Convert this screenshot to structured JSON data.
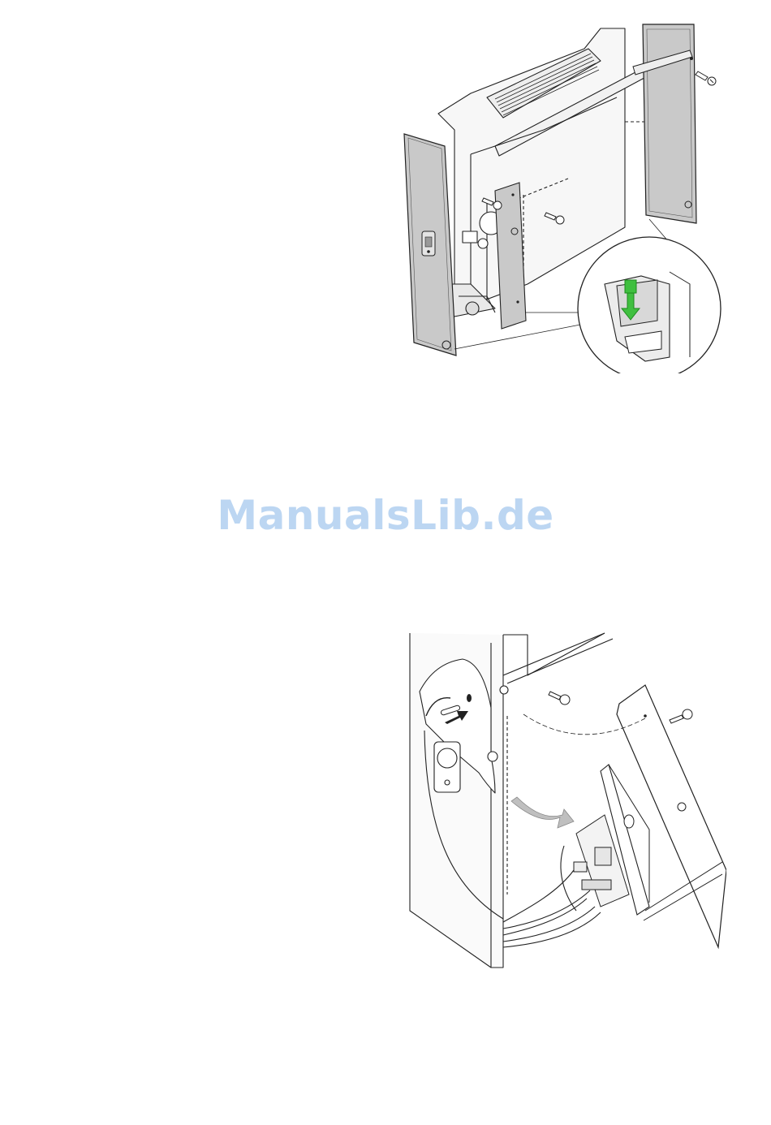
{
  "watermark": {
    "text": "ManualsLib.de"
  },
  "colors": {
    "line": "#222222",
    "panel_fill": "#c9c9c9",
    "panel_fill_light": "#e4e4e4",
    "arrow_green": "#3fbf3f",
    "arrow_green_dark": "#1e8a1e",
    "pointer_gray": "#bfbfbf",
    "watermark": "#bcd6f2"
  },
  "figures": [
    {
      "id": "housing-side-panel-removal",
      "icons": [
        "screw-icon",
        "clip-detail-callout",
        "green-down-arrow-icon"
      ]
    },
    {
      "id": "sensor-and-control-board",
      "icons": [
        "screw-icon",
        "sensor-probe",
        "control-board",
        "black-arrow-icon"
      ]
    }
  ]
}
